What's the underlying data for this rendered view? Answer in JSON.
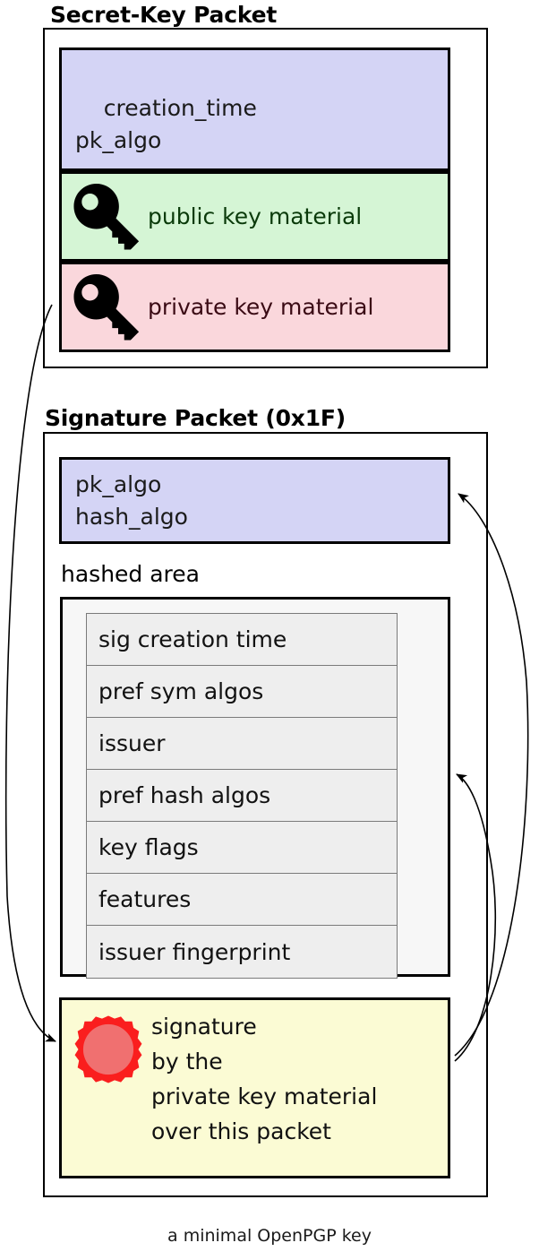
{
  "diagram": {
    "caption": "a minimal OpenPGP key",
    "colors": {
      "blue_fill": "#d4d4f5",
      "green_fill": "#d5f5d5",
      "pink_fill": "#fad7dc",
      "yellow_fill": "#fbfbd4",
      "hashed_area_fill": "#f7f7f7",
      "subpacket_fill": "#eeeeee",
      "seal_outer": "#fa1e1e",
      "seal_inner": "#f07070",
      "stroke": "#000000"
    }
  },
  "secret_key_packet": {
    "title": "Secret-Key Packet",
    "header_fields": "creation_time\npk_algo",
    "header_ellipsis": "...",
    "public_key": {
      "icon": "key-icon",
      "label": "public key material"
    },
    "private_key": {
      "icon": "key-icon",
      "label": "private key material"
    }
  },
  "signature_packet": {
    "title": "Signature Packet (0x1F)",
    "algo_fields": "pk_algo\nhash_algo",
    "hashed_area_label": "hashed area",
    "subpackets": [
      "sig creation time",
      "pref sym algos",
      "issuer",
      "pref hash algos",
      "key flags",
      "features",
      "issuer fingerprint"
    ],
    "signature": {
      "icon": "wax-seal-icon",
      "text": "signature\nby the\nprivate key material\nover this packet"
    }
  },
  "arrows": [
    {
      "name": "private-key-to-signature",
      "from": "private key material",
      "to": "signature"
    },
    {
      "name": "signature-to-algo-fields",
      "from": "signature",
      "to": "pk_algo / hash_algo"
    },
    {
      "name": "signature-to-hashed-area",
      "from": "signature",
      "to": "hashed area"
    }
  ]
}
